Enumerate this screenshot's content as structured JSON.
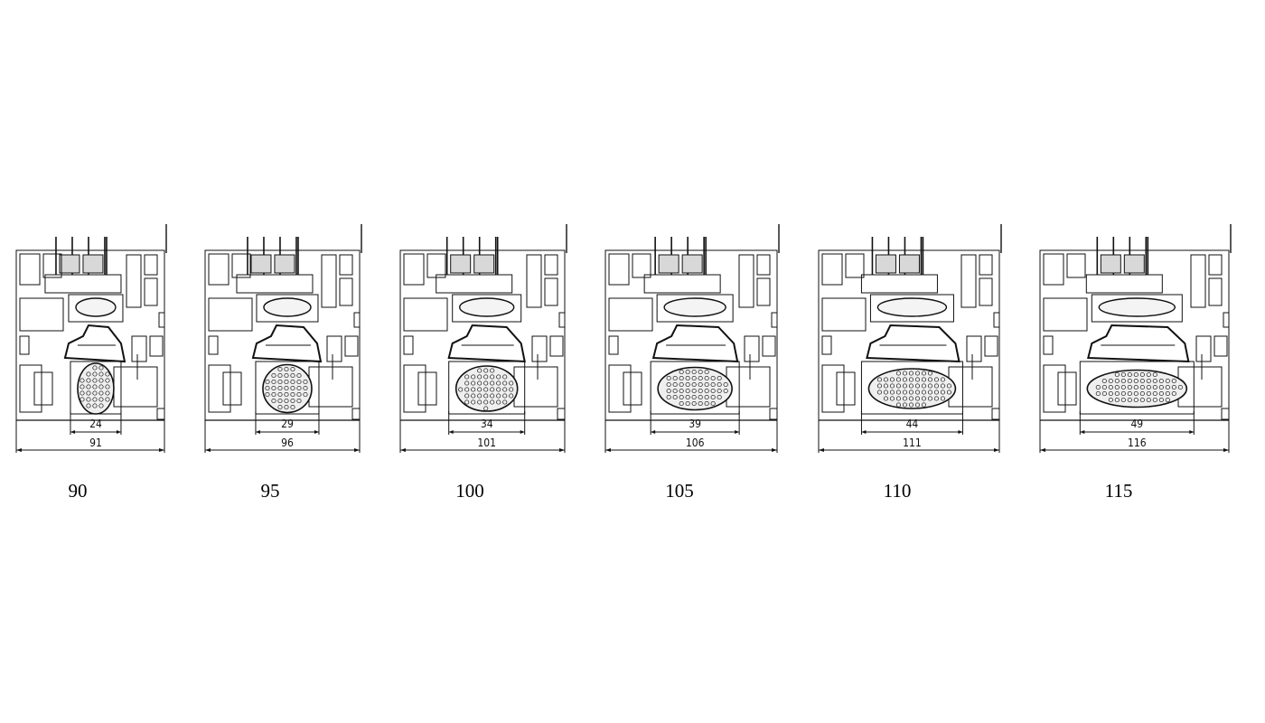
{
  "line_color": "#111111",
  "background": "#ffffff",
  "profiles": [
    {
      "label": "90",
      "inner_dimension": "24",
      "overall_dimension": "91"
    },
    {
      "label": "95",
      "inner_dimension": "29",
      "overall_dimension": "96"
    },
    {
      "label": "100",
      "inner_dimension": "34",
      "overall_dimension": "101"
    },
    {
      "label": "105",
      "inner_dimension": "39",
      "overall_dimension": "106"
    },
    {
      "label": "110",
      "inner_dimension": "44",
      "overall_dimension": "111"
    },
    {
      "label": "115",
      "inner_dimension": "49",
      "overall_dimension": "116"
    }
  ]
}
